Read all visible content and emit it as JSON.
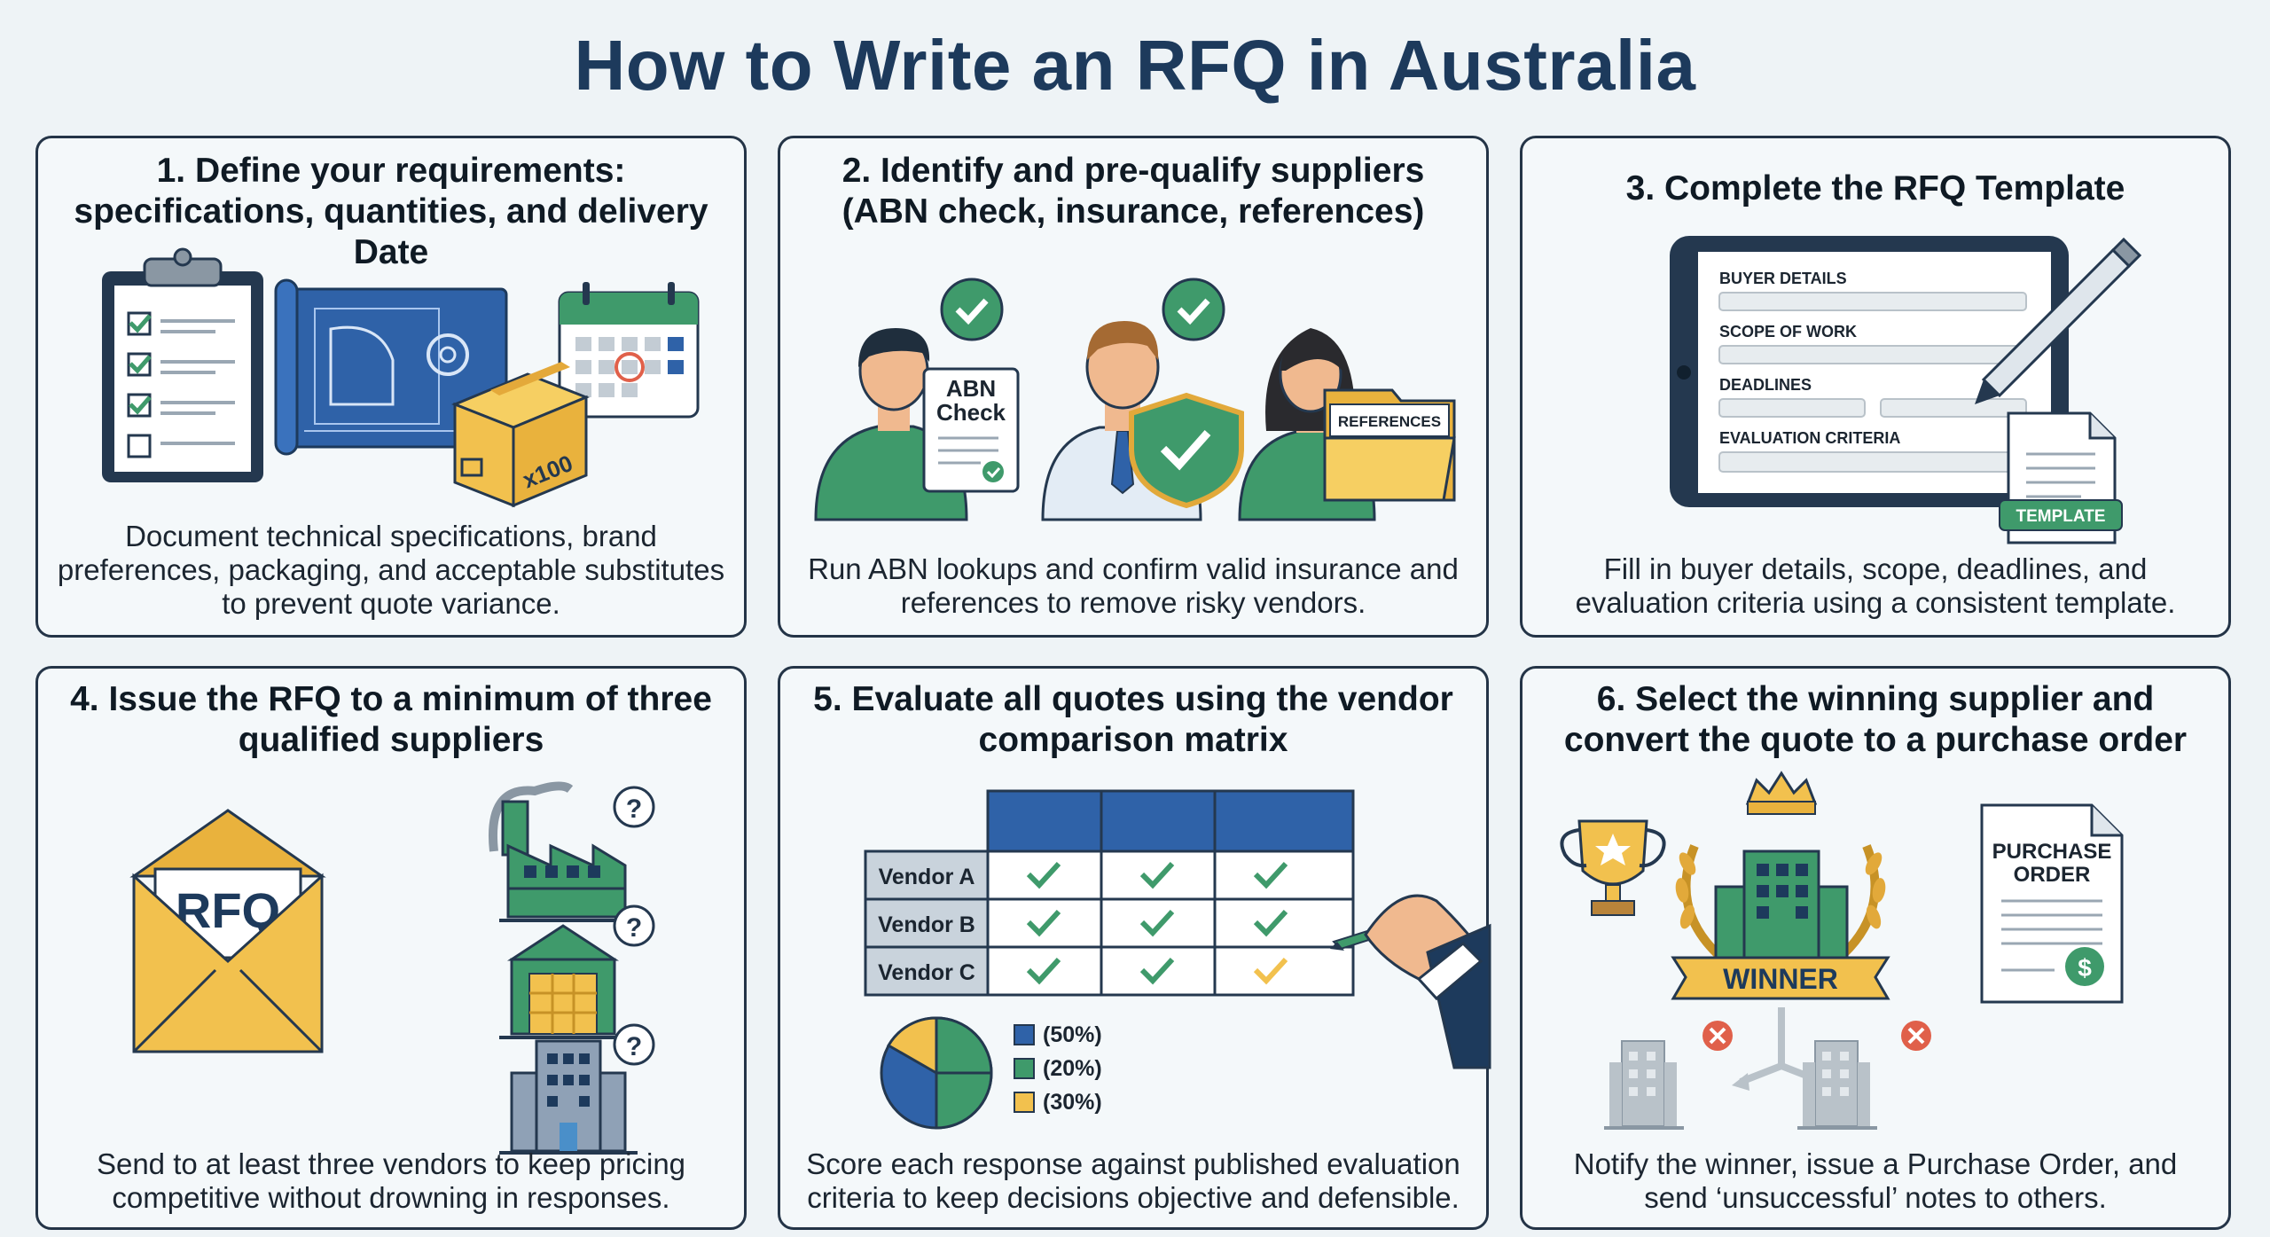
{
  "title": "How to Write an RFQ in Australia",
  "steps": [
    {
      "heading": "1. Define your requirements: specifications, quantities, and delivery Date",
      "description": "Document technical specifications, brand preferences, packaging, and acceptable substitutes to prevent quote variance.",
      "box_label": "x100"
    },
    {
      "heading": "2. Identify and pre-qualify suppliers (ABN check, insurance, references)",
      "description": "Run ABN lookups and confirm valid insurance and references to remove risky vendors.",
      "abn_line1": "ABN",
      "abn_line2": "Check",
      "folder_label": "REFERENCES"
    },
    {
      "heading": "3. Complete the RFQ Template",
      "description": "Fill in buyer details, scope, deadlines, and evaluation criteria using a consistent template.",
      "form_fields": [
        "BUYER DETAILS",
        "SCOPE OF WORK",
        "DEADLINES",
        "EVALUATION CRITERIA"
      ],
      "template_tag": "TEMPLATE"
    },
    {
      "heading": "4. Issue the RFQ to a minimum of three qualified suppliers",
      "description": "Send to at least three vendors to keep pricing competitive without drowning in responses.",
      "envelope_label": "RFQ"
    },
    {
      "heading": "5. Evaluate all quotes using the vendor comparison matrix",
      "description": "Score each response against published evaluation criteria to keep decisions objective and defensible.",
      "vendors": [
        "Vendor A",
        "Vendor B",
        "Vendor C"
      ],
      "weights": [
        "(50%)",
        "(20%)",
        "(30%)"
      ]
    },
    {
      "heading": "6. Select the winning supplier and convert the quote to a purchase order",
      "description": "Notify the winner, issue a Purchase Order, and send ‘unsuccessful’ notes to others.",
      "banner": "WINNER",
      "po_line1": "PURCHASE",
      "po_line2": "ORDER",
      "currency": "$"
    }
  ],
  "colors": {
    "navy": "#1d3a5c",
    "blue": "#2f62a8",
    "green": "#3f9a6b",
    "yellow": "#f2c14e",
    "grey": "#b9c2c9"
  }
}
